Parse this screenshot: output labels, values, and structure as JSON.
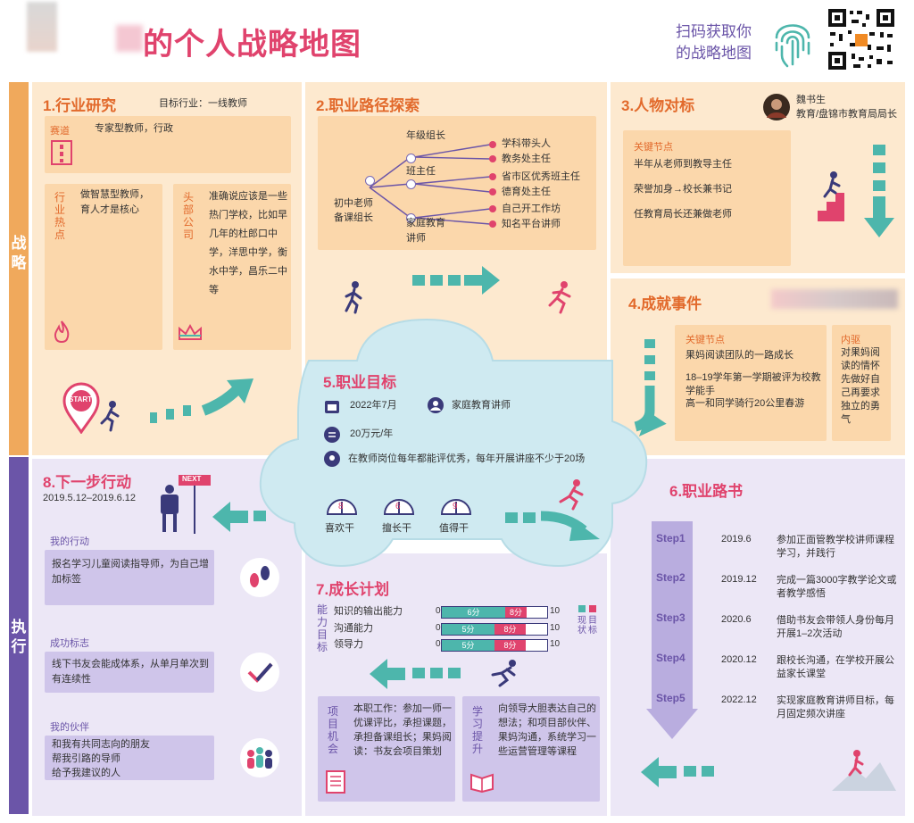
{
  "header": {
    "title": "的个人战略地图",
    "scan_line1": "扫码获取你",
    "scan_line2": "的战略地图"
  },
  "bands": {
    "strategy": "战略",
    "execution": "执行"
  },
  "industry": {
    "title": "1.行业研究",
    "target_label": "目标行业：一线教师",
    "track_label": "赛道",
    "track_value": "专家型教师，行政",
    "hot_label": "行业热点",
    "hot_value": "做智慧型教师，育人才是核心",
    "head_label": "头部公司",
    "head_value": "准确说应该是一些热门学校，比如早几年的杜郎口中学，洋思中学，衡水中学，昌乐二中等",
    "start_label": "START"
  },
  "path": {
    "title": "2.职业路径探索",
    "root": "初中老师备课组长",
    "mid1": "年级组长",
    "mid2": "班主任",
    "mid3": "家庭教育讲师",
    "leaves": [
      "学科带头人",
      "教务处主任",
      "省市区优秀班主任",
      "德育处主任",
      "自己开工作坊",
      "知名平台讲师"
    ]
  },
  "person": {
    "title": "3.人物对标",
    "name": "魏书生",
    "role": "教育/盘锦市教育局局长",
    "key_label": "关键节点",
    "nodes": [
      "半年从老师到教导主任",
      "荣誉加身→校长兼书记",
      "任教育局长还兼做老师"
    ]
  },
  "achieve": {
    "title": "4.成就事件",
    "key_label": "关键节点",
    "key_lines": [
      "果妈阅读团队的一路成长",
      "18–19学年第一学期被评为校教学能手",
      "高一和同学骑行20公里春游"
    ],
    "drive_label": "内驱",
    "drive_value": "对果妈阅读的情怀先做好自己再要求独立的勇气"
  },
  "goal": {
    "title": "5.职业目标",
    "date": "2022年7月",
    "job": "家庭教育讲师",
    "salary": "20万元/年",
    "desc": "在教师岗位每年都能评优秀，每年开展讲座不少于20场",
    "gauges": [
      {
        "label": "喜欢干",
        "value": "8"
      },
      {
        "label": "擅长干",
        "value": "6"
      },
      {
        "label": "值得干",
        "value": "9"
      }
    ]
  },
  "roadmap": {
    "title": "6.职业路书",
    "steps": [
      {
        "step": "Step1",
        "date": "2019.6",
        "desc": "参加正面管教学校讲师课程学习，并践行"
      },
      {
        "step": "Step2",
        "date": "2019.12",
        "desc": "完成一篇3000字教学论文或者教学感悟"
      },
      {
        "step": "Step3",
        "date": "2020.6",
        "desc": "借助书友会带领人身份每月开展1–2次活动"
      },
      {
        "step": "Step4",
        "date": "2020.12",
        "desc": "跟校长沟通，在学校开展公益家长课堂"
      },
      {
        "step": "Step5",
        "date": "2022.12",
        "desc": "实现家庭教育讲师目标，每月固定频次讲座"
      }
    ]
  },
  "growth": {
    "title": "7.成长计划",
    "ability_label": "能力目标",
    "zero": "0",
    "ten": "10",
    "legend_now": "现状",
    "legend_goal": "目标",
    "abilities": [
      {
        "name": "知识的输出能力",
        "now": 6,
        "now_label": "6分",
        "goal_label": "8分",
        "goal": 8
      },
      {
        "name": "沟通能力",
        "now": 5,
        "now_label": "5分",
        "goal_label": "8分",
        "goal": 8
      },
      {
        "name": "领导力",
        "now": 5,
        "now_label": "5分",
        "goal_label": "8分",
        "goal": 8
      }
    ],
    "project_label": "项目机会",
    "project_value": "本职工作：参加一师一优课评比，承担课题，承担备课组长；果妈阅读：书友会项目策划",
    "learn_label": "学习提升",
    "learn_value": "向领导大胆表达自己的想法；和项目部伙伴、果妈沟通，系统学习一些运营管理等课程"
  },
  "next": {
    "title": "8.下一步行动",
    "period": "2019.5.12–2019.6.12",
    "next_sign": "NEXT",
    "my_action_label": "我的行动",
    "my_action": "报名学习儿童阅读指导师，为自己增加标签",
    "success_label": "成功标志",
    "success": "线下书友会能成体系，从单月单次到有连续性",
    "partner_label": "我的伙伴",
    "partner_lines": [
      "和我有共同志向的朋友",
      "帮我引路的导师",
      "给予我建议的人"
    ]
  },
  "colors": {
    "orange": "#e26a2c",
    "pink": "#e0436d",
    "purple": "#6b55a8",
    "teal": "#4db6ac"
  }
}
